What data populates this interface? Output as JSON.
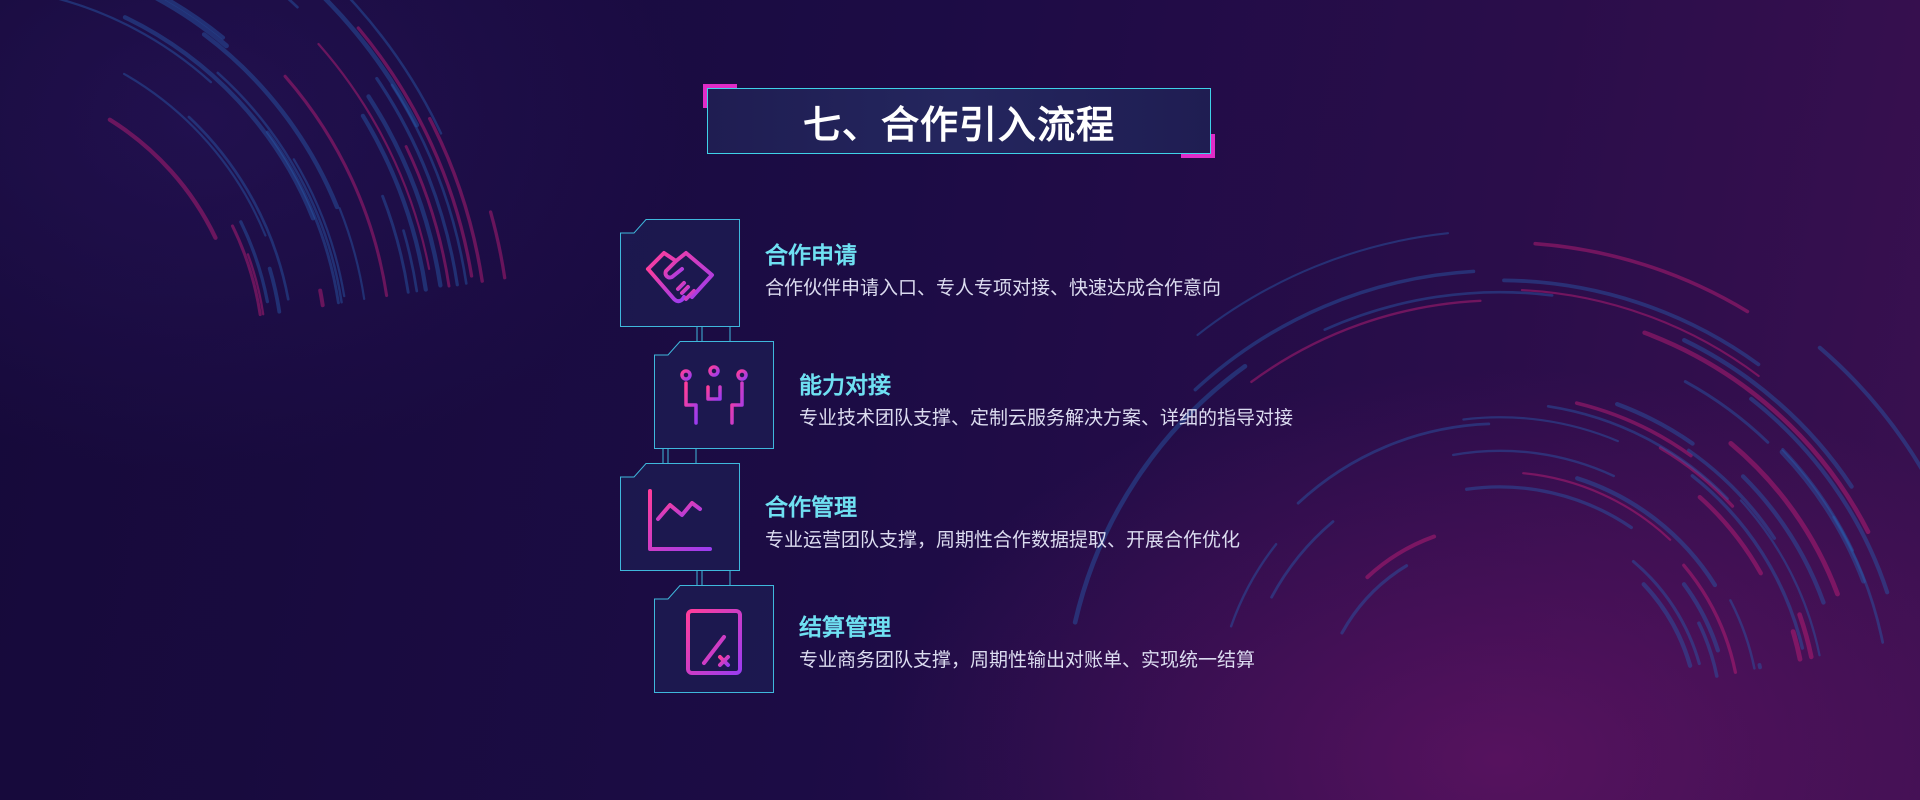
{
  "title": "七、合作引入流程",
  "steps": [
    {
      "title": "合作申请",
      "description": "合作伙伴申请入口、专人专项对接、快速达成合作意向",
      "icon": "handshake-icon"
    },
    {
      "title": "能力对接",
      "description": "专业技术团队支撑、定制云服务解决方案、详细的指导对接",
      "icon": "meeting-icon"
    },
    {
      "title": "合作管理",
      "description": "专业运营团队支撑，周期性合作数据提取、开展合作优化",
      "icon": "chart-icon"
    },
    {
      "title": "结算管理",
      "description": "专业商务团队支撑，周期性输出对账单、实现统一结算",
      "icon": "calculator-icon"
    }
  ],
  "colors": {
    "accent_cyan": "#3fd2e8",
    "accent_magenta": "#e02cc8",
    "step_title": "#6fe0f2",
    "icon_gradient_start": "#ff3d9a",
    "icon_gradient_end": "#9b3cf0"
  }
}
